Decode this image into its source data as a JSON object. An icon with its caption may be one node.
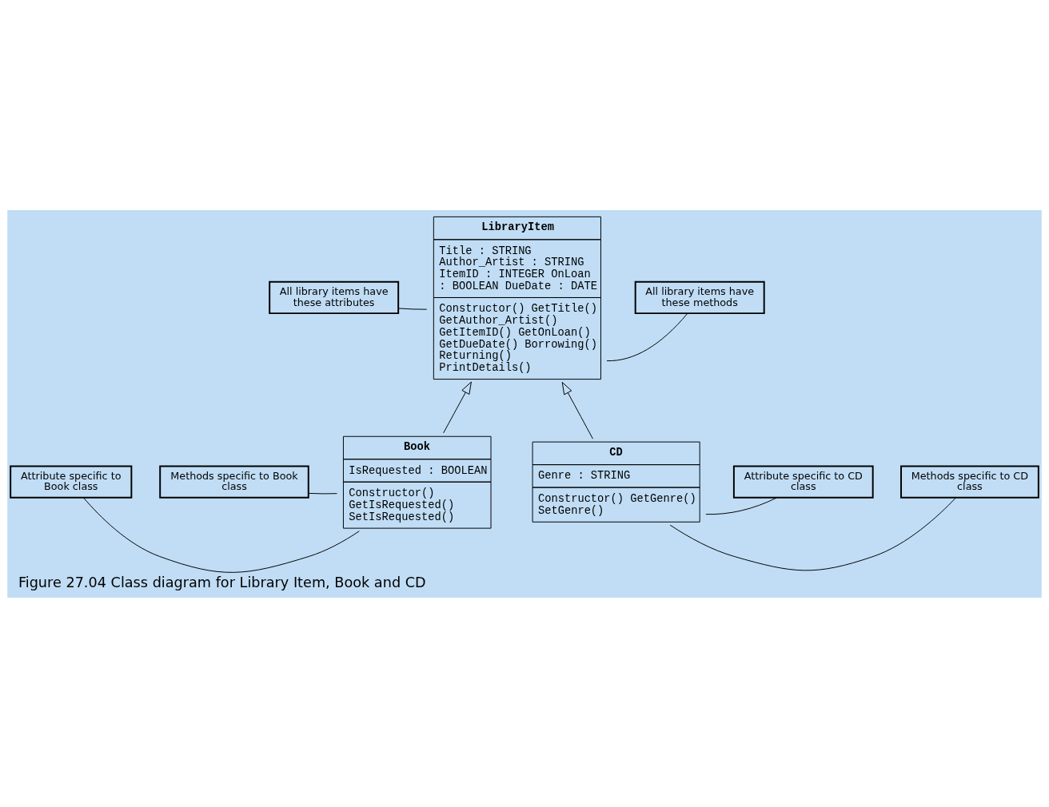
{
  "diagram": {
    "caption": "Figure 27.04 Class diagram for Library Item, Book and CD",
    "nodes": [
      {
        "text": [
          "LibraryItem",
          "Title : STRING Author_Artist : STRING ItemID : INTEGER OnLoan : BOOLEAN DueDate : DATE",
          "Constructor() GetTitle() GetAuthor_Artist() GetItemID() GetOnLoan() GetDueDate() Borrowing() Returning() PrintDetails()"
        ]
      },
      {
        "text": [
          "All library items have these attributes"
        ]
      },
      {
        "text": [
          "All library items have these methods"
        ]
      },
      {
        "text": [
          "Attribute specific to Book class"
        ]
      },
      {
        "text": [
          "Book",
          "IsRequested : BOOLEAN",
          "Constructor() GetIsRequested() SetIsRequested()"
        ]
      },
      {
        "text": [
          "CD",
          "Genre : STRING",
          "Constructor() GetGenre() SetGenre()"
        ]
      },
      {
        "text": [
          "Attribute specific to CD class"
        ]
      },
      {
        "text": [
          "Methods specific to Book class"
        ]
      },
      {
        "text": [
          "Methods specific to CD class"
        ]
      }
    ],
    "edges": [
      {
        "from": 4,
        "to": 0,
        "arrow": "to"
      },
      {
        "from": 5,
        "to": 0,
        "arrow": "to"
      },
      {
        "from": 1,
        "to": 0,
        "arrow": "none"
      },
      {
        "from": 2,
        "to": 0,
        "arrow": "none"
      },
      {
        "from": 3,
        "to": 4,
        "arrow": "none"
      },
      {
        "from": 7,
        "to": 4,
        "arrow": "none"
      },
      {
        "from": 6,
        "to": 5,
        "arrow": "none"
      },
      {
        "from": 8,
        "to": 5,
        "arrow": "none"
      }
    ]
  }
}
